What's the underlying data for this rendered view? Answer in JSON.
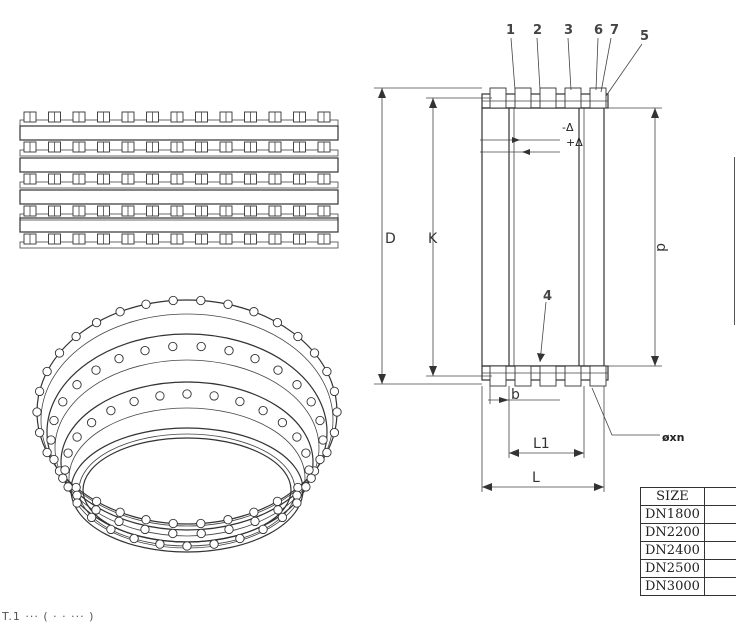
{
  "callouts": [
    "1",
    "2",
    "3",
    "6",
    "7",
    "5",
    "4"
  ],
  "dimensions": {
    "D": "D",
    "K": "K",
    "d": "d",
    "delta_minus": "-Δ",
    "delta_plus": "+Δ",
    "b": "b",
    "L1": "L1",
    "L": "L",
    "bolt_holes": "øxn"
  },
  "size_table": {
    "header": "SIZE",
    "rows": [
      "DN1800",
      "DN2200",
      "DN2400",
      "DN2500",
      "DN3000"
    ]
  },
  "caption": "T.1 ··· ( · · ··· )"
}
